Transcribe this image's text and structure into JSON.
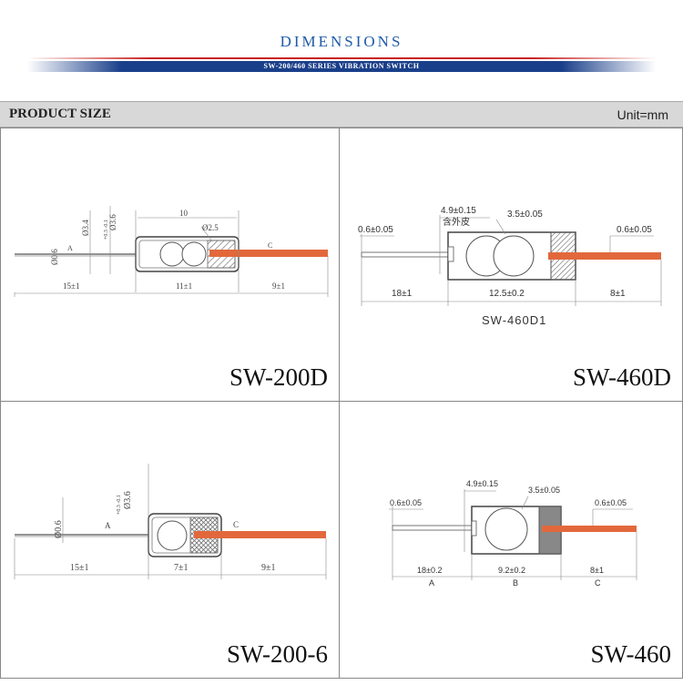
{
  "header": {
    "title": "DIMENSIONS",
    "subtitle": "SW-200/460 SERIES VIBRATION  SWITCH"
  },
  "section": {
    "label": "PRODUCT SIZE",
    "unit": "Unit=mm"
  },
  "cells": {
    "sw200d": {
      "model": "SW-200D",
      "labels": {
        "d06": "Ø0.6",
        "d34": "Ø3.4",
        "d36": "Ø3.6",
        "tol36": "+0.3 -0.1",
        "top": "10",
        "ball": "Ø2.5",
        "a": "A",
        "c": "C",
        "len1": "15±1",
        "len2": "11±1",
        "len3": "9±1"
      }
    },
    "sw460d": {
      "model": "SW-460D",
      "caption": "SW-460D1",
      "labels": {
        "d06l": "0.6±0.05",
        "d49": "4.9±0.15",
        "skin": "含外皮",
        "ball": "3.5±0.05",
        "d06r": "0.6±0.05",
        "len1": "18±1",
        "len2": "12.5±0.2",
        "len3": "8±1"
      }
    },
    "sw2006": {
      "model": "SW-200-6",
      "labels": {
        "d06": "Ø0.6",
        "d36": "Ø3.6",
        "tol36": "+0.3 -0.1",
        "a": "A",
        "c": "C",
        "len1": "15±1",
        "len2": "7±1",
        "len3": "9±1"
      }
    },
    "sw460": {
      "model": "SW-460",
      "labels": {
        "d06l": "0.6±0.05",
        "d49": "4.9±0.15",
        "ball": "3.5±0.05",
        "d06r": "0.6±0.05",
        "len1": "18±0.2",
        "len2": "9.2±0.2",
        "len3": "8±1",
        "a": "A",
        "b": "B",
        "c": "C"
      }
    }
  },
  "colors": {
    "title_blue": "#1d5aa8",
    "stripe_red": "#c81e1e",
    "stripe_blue": "#1a3f8a",
    "lead_orange": "#e2683c",
    "hatch": "#8a8a8a"
  }
}
